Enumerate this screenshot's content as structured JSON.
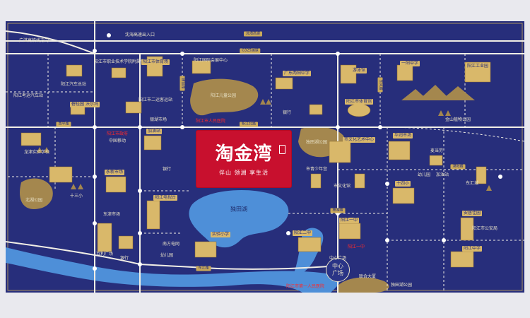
{
  "map": {
    "background": "#272e7b",
    "road_color": "#f2efe6",
    "water_color": "#4e8fd8",
    "park_color": "#a4874e",
    "tag_color": "#d9b86a",
    "highlight_color": "#ff2a2a",
    "logo": {
      "title": "淘金湾",
      "slogan": "伴山  领湖  享生活",
      "color": "#c8102e"
    },
    "lakes": {
      "main": "独田湖",
      "south": "独田湖公园"
    },
    "center": {
      "line1": "中心",
      "line2": "广场"
    },
    "roads": [
      {
        "id": "r1",
        "text": "沈海高速"
      },
      {
        "id": "r2",
        "text": "G325国道"
      },
      {
        "id": "r3",
        "text": "新江北路"
      },
      {
        "id": "r4",
        "text": "建设路"
      },
      {
        "id": "r5",
        "text": "东风路"
      },
      {
        "id": "r6",
        "text": "西平路"
      },
      {
        "id": "r7",
        "text": "漠阳路"
      },
      {
        "id": "r8",
        "text": "独湖路"
      },
      {
        "id": "r9",
        "text": "东江路"
      }
    ],
    "labels": [
      {
        "id": "l1",
        "text": "沈海高速出入口"
      },
      {
        "id": "l2",
        "text": "广湛高铁线方向"
      },
      {
        "id": "l3",
        "text": "阳江汽车总站"
      },
      {
        "id": "l4",
        "text": "阳江市职业技术学院附属学校"
      },
      {
        "id": "l5",
        "text": "阳江市体育场"
      },
      {
        "id": "l6",
        "text": "阳江国际会展中心"
      },
      {
        "id": "l7",
        "text": "阳江儿童公园"
      },
      {
        "id": "l8",
        "text": "广东两阳中学"
      },
      {
        "id": "l9",
        "text": "游泳馆"
      },
      {
        "id": "l10",
        "text": "一阳中学"
      },
      {
        "id": "l11",
        "text": "阳江工业园"
      },
      {
        "id": "l12",
        "text": "阳江考运汽车站"
      },
      {
        "id": "l13",
        "text": "碧桂园 沃尔玛"
      },
      {
        "id": "l14",
        "text": "阳江市二运客运站"
      },
      {
        "id": "l15",
        "text": "银湖市场"
      },
      {
        "id": "l16",
        "text": "银行"
      },
      {
        "id": "l17",
        "text": "阳江市体育馆"
      },
      {
        "id": "l18",
        "text": "金山植物公园"
      },
      {
        "id": "l19",
        "text": "龙津实验学校"
      },
      {
        "id": "l20",
        "text": "中国移动"
      },
      {
        "id": "l21",
        "text": "加油站"
      },
      {
        "id": "l22",
        "text": "独田湖公园"
      },
      {
        "id": "l23",
        "text": "市文化艺术中心"
      },
      {
        "id": "l24",
        "text": "华润市场"
      },
      {
        "id": "l25",
        "text": "麦当劳"
      },
      {
        "id": "l26",
        "text": "永新市场"
      },
      {
        "id": "l27",
        "text": "银行"
      },
      {
        "id": "l28",
        "text": "市青少年宫"
      },
      {
        "id": "l29",
        "text": "市文化馆"
      },
      {
        "id": "l30",
        "text": "幼儿园"
      },
      {
        "id": "l31",
        "text": "加油站"
      },
      {
        "id": "l32",
        "text": "东汇城"
      },
      {
        "id": "l33",
        "text": "北湖公园"
      },
      {
        "id": "l34",
        "text": "十三小"
      },
      {
        "id": "l35",
        "text": "东津市场"
      },
      {
        "id": "l36",
        "text": "阳江电视台"
      },
      {
        "id": "l37",
        "text": "十四小"
      },
      {
        "id": "l38",
        "text": "阳江二中"
      },
      {
        "id": "l39",
        "text": "百利广场"
      },
      {
        "id": "l40",
        "text": "实验小学"
      },
      {
        "id": "l41",
        "text": "南方电网"
      },
      {
        "id": "l42",
        "text": "阳江一中"
      },
      {
        "id": "l43",
        "text": "银行"
      },
      {
        "id": "l44",
        "text": "幼儿园"
      },
      {
        "id": "l45",
        "text": "中心广场"
      },
      {
        "id": "l46",
        "text": "联合大厦"
      },
      {
        "id": "l47",
        "text": "安居佳园"
      },
      {
        "id": "l48",
        "text": "阳江市人民医院"
      },
      {
        "id": "l49",
        "text": "阳江市政府"
      },
      {
        "id": "l50",
        "text": "阳江一中"
      },
      {
        "id": "l51",
        "text": "阳江中学"
      },
      {
        "id": "l52",
        "text": "阳江市第一人民医院"
      },
      {
        "id": "l53",
        "text": "阳江市公安局"
      }
    ]
  }
}
